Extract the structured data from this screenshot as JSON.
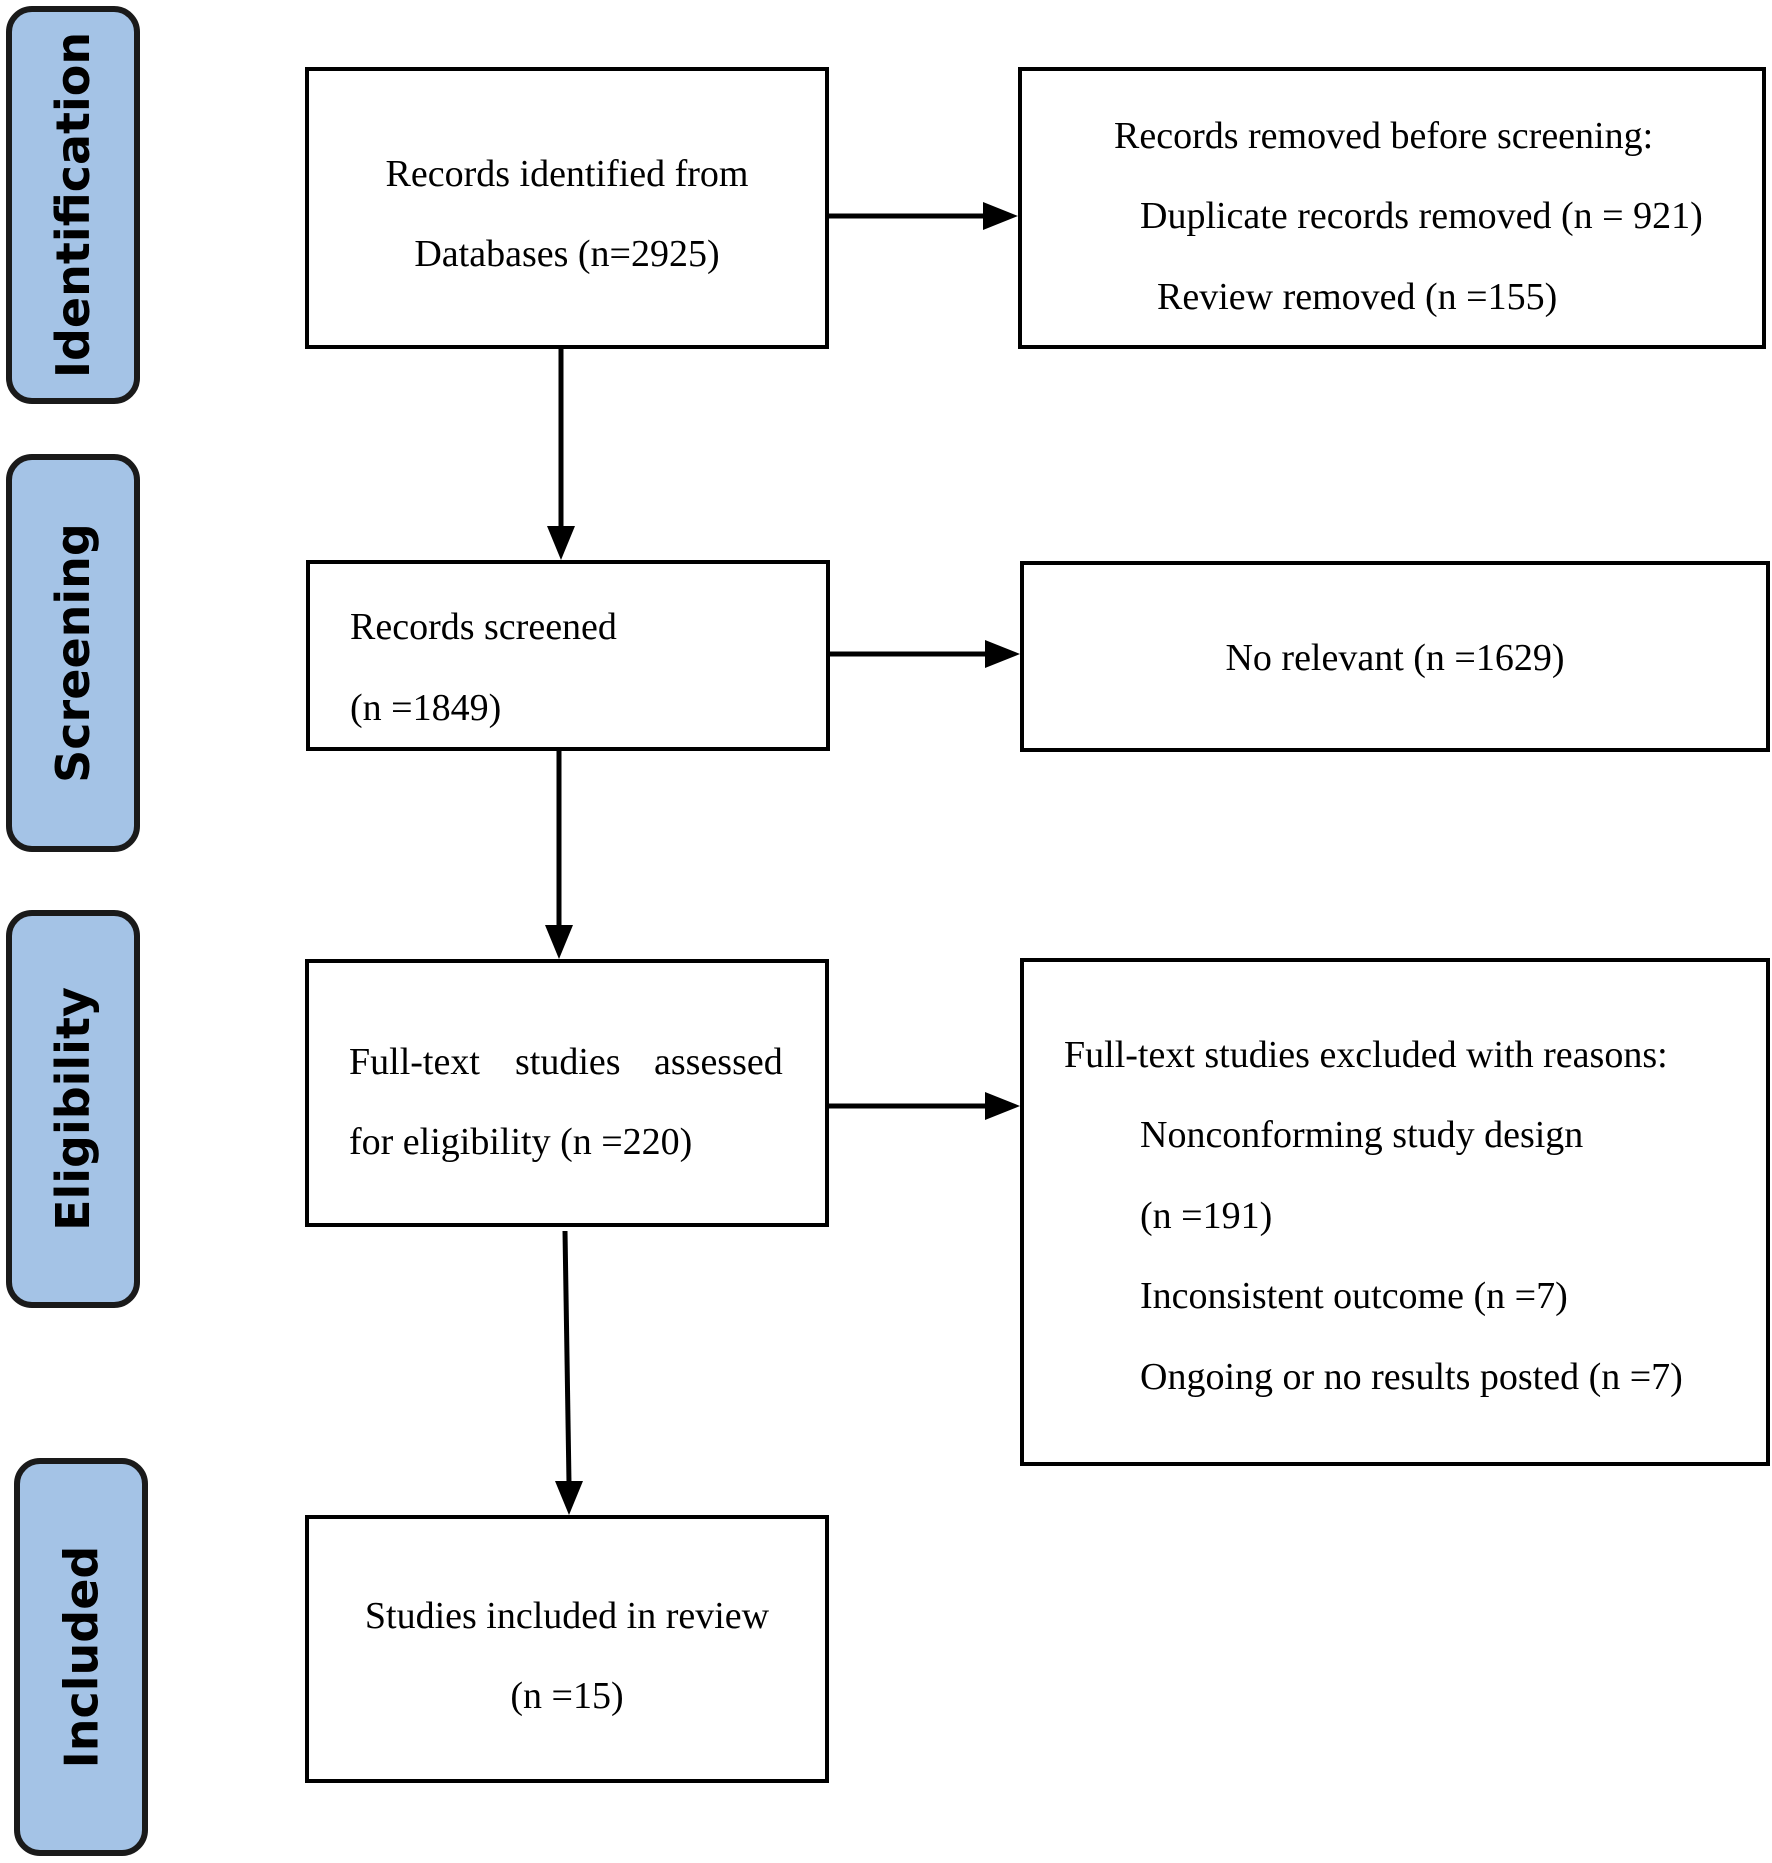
{
  "colors": {
    "phase_fill": "#a4c3e6",
    "line": "#000000",
    "border": "#000000"
  },
  "phases": {
    "identification": "Identification",
    "screening": "Screening",
    "eligibility": "Eligibility",
    "included": "Included"
  },
  "boxes": {
    "identified": {
      "line1": "Records identified from",
      "line2": "Databases (n=2925)"
    },
    "removed": {
      "title": "Records removed before screening:",
      "duplicates": "Duplicate records removed (n = 921)",
      "review": "Review removed (n =155)"
    },
    "screened": {
      "line1": "Records screened",
      "line2": "(n =1849)"
    },
    "no_relevant": {
      "text": "No relevant (n =1629)"
    },
    "fulltext": {
      "word1": "Full-text",
      "word2": "studies",
      "word3": "assessed",
      "line2": "for eligibility (n =220)"
    },
    "excluded": {
      "title": "Full-text studies excluded with reasons:",
      "reason1_line1": "Nonconforming study design",
      "reason1_line2": "(n =191)",
      "reason2": "Inconsistent outcome (n =7)",
      "reason3": "Ongoing or no results posted (n =7)"
    },
    "included": {
      "line1": "Studies included in review",
      "line2": "(n =15)"
    }
  }
}
